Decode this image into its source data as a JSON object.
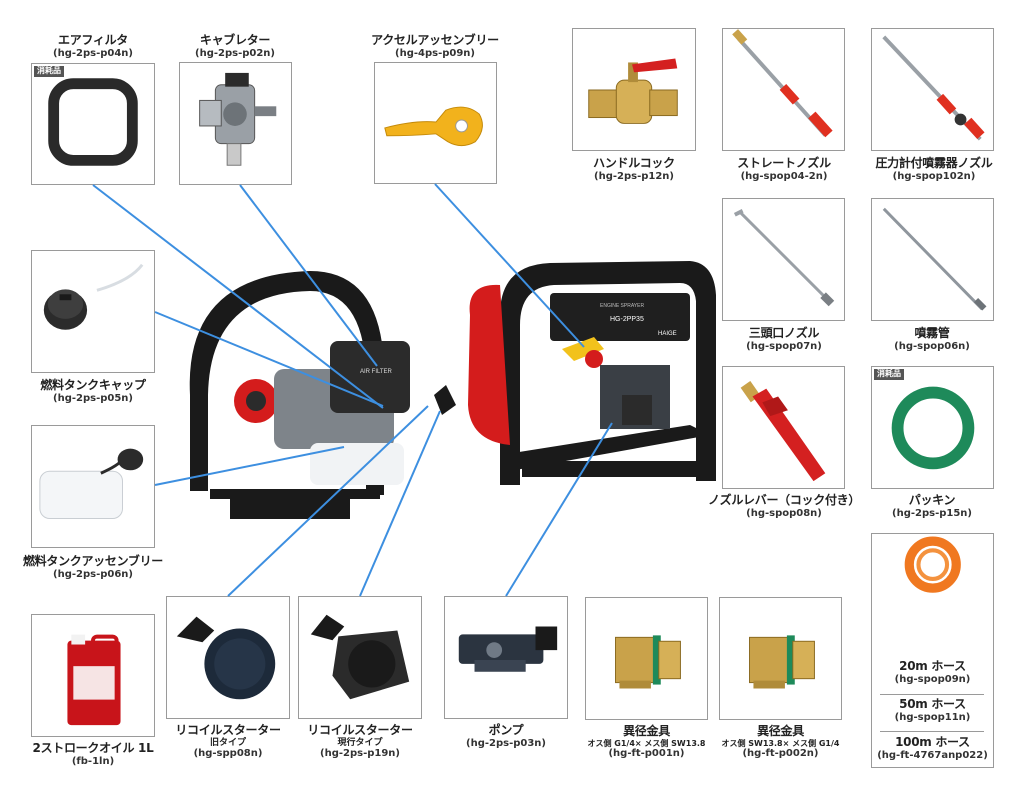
{
  "badge_text": "消耗品",
  "colors": {
    "leader": "#3d8fe0",
    "frame": "#1a1a1a",
    "engine_red": "#d41c1c",
    "nozzle_red": "#e03020",
    "brass": "#c9a24a",
    "hose_orange": "#f07820",
    "gasket_green": "#1e8a5a"
  },
  "parts": [
    {
      "id": "air-filter",
      "name": "エアフィルタ",
      "code": "(hg-2ps-p04n)",
      "badge": true
    },
    {
      "id": "carburetor",
      "name": "キャブレター",
      "code": "(hg-2ps-p02n)"
    },
    {
      "id": "accel",
      "name": "アクセルアッセンブリー",
      "code": "(hg-4ps-p09n)"
    },
    {
      "id": "handle-cock",
      "name": "ハンドルコック",
      "code": "(hg-2ps-p12n)"
    },
    {
      "id": "straight-nozzle",
      "name": "ストレートノズル",
      "code": "(hg-spop04-2n)"
    },
    {
      "id": "gauge-nozzle",
      "name": "圧力計付噴霧器ノズル",
      "code": "(hg-spop102n)"
    },
    {
      "id": "fuel-cap",
      "name": "燃料タンクキャップ",
      "code": "(hg-2ps-p05n)"
    },
    {
      "id": "three-nozzle",
      "name": "三頭口ノズル",
      "code": "(hg-spop07n)"
    },
    {
      "id": "spray-pipe",
      "name": "噴霧管",
      "code": "(hg-spop06n)"
    },
    {
      "id": "nozzle-lever",
      "name": "ノズルレバー（コック付き）",
      "code": "(hg-spop08n)"
    },
    {
      "id": "packing",
      "name": "パッキン",
      "code": "(hg-2ps-p15n)",
      "badge": true
    },
    {
      "id": "fuel-tank",
      "name": "燃料タンクアッセンブリー",
      "code": "(hg-2ps-p06n)"
    },
    {
      "id": "oil",
      "name": "2ストロークオイル 1L",
      "code": "(fb-1ln)"
    },
    {
      "id": "recoil-old",
      "name": "リコイルスターター",
      "sub": "旧タイプ",
      "code": "(hg-spp08n)"
    },
    {
      "id": "recoil-new",
      "name": "リコイルスターター",
      "sub": "現行タイプ",
      "code": "(hg-2ps-p19n)"
    },
    {
      "id": "pump",
      "name": "ポンプ",
      "code": "(hg-2ps-p03n)"
    },
    {
      "id": "adapter-1",
      "name": "異径金具",
      "sub": "オス側 G1/4× メス側 SW13.8",
      "code": "(hg-ft-p001n)"
    },
    {
      "id": "adapter-2",
      "name": "異径金具",
      "sub": "オス側 SW13.8× メス側 G1/4",
      "code": "(hg-ft-p002n)"
    }
  ],
  "hoses": [
    {
      "name": "20m ホース",
      "code": "(hg-spop09n)"
    },
    {
      "name": "50m ホース",
      "code": "(hg-spop11n)"
    },
    {
      "name": "100m ホース",
      "code": "(hg-ft-4767anp022)"
    }
  ],
  "machine_labels": {
    "air_filter_cover": "AIR FILTER",
    "model": "HG-2PP35",
    "brand": "HAIGE",
    "side_text": "ENGINE SPRAYER"
  }
}
